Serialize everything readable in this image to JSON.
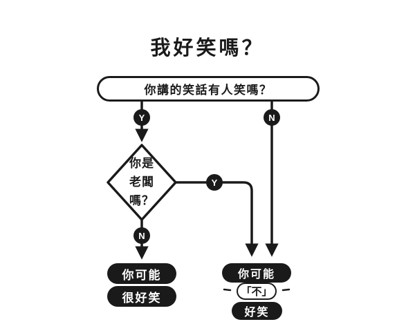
{
  "title": "我好笑嗎？",
  "flowchart": {
    "question": "你講的笑話有人笑嗎？",
    "labels": {
      "yes": "Y",
      "no": "N"
    },
    "decision": {
      "line1": "你是",
      "line2": "老闆",
      "line3": "嗎？"
    },
    "result_funny": {
      "line1": "你可能",
      "line2": "很好笑"
    },
    "result_not_funny": {
      "line1": "你可能",
      "line2": "「不」",
      "line3": "好笑"
    }
  }
}
